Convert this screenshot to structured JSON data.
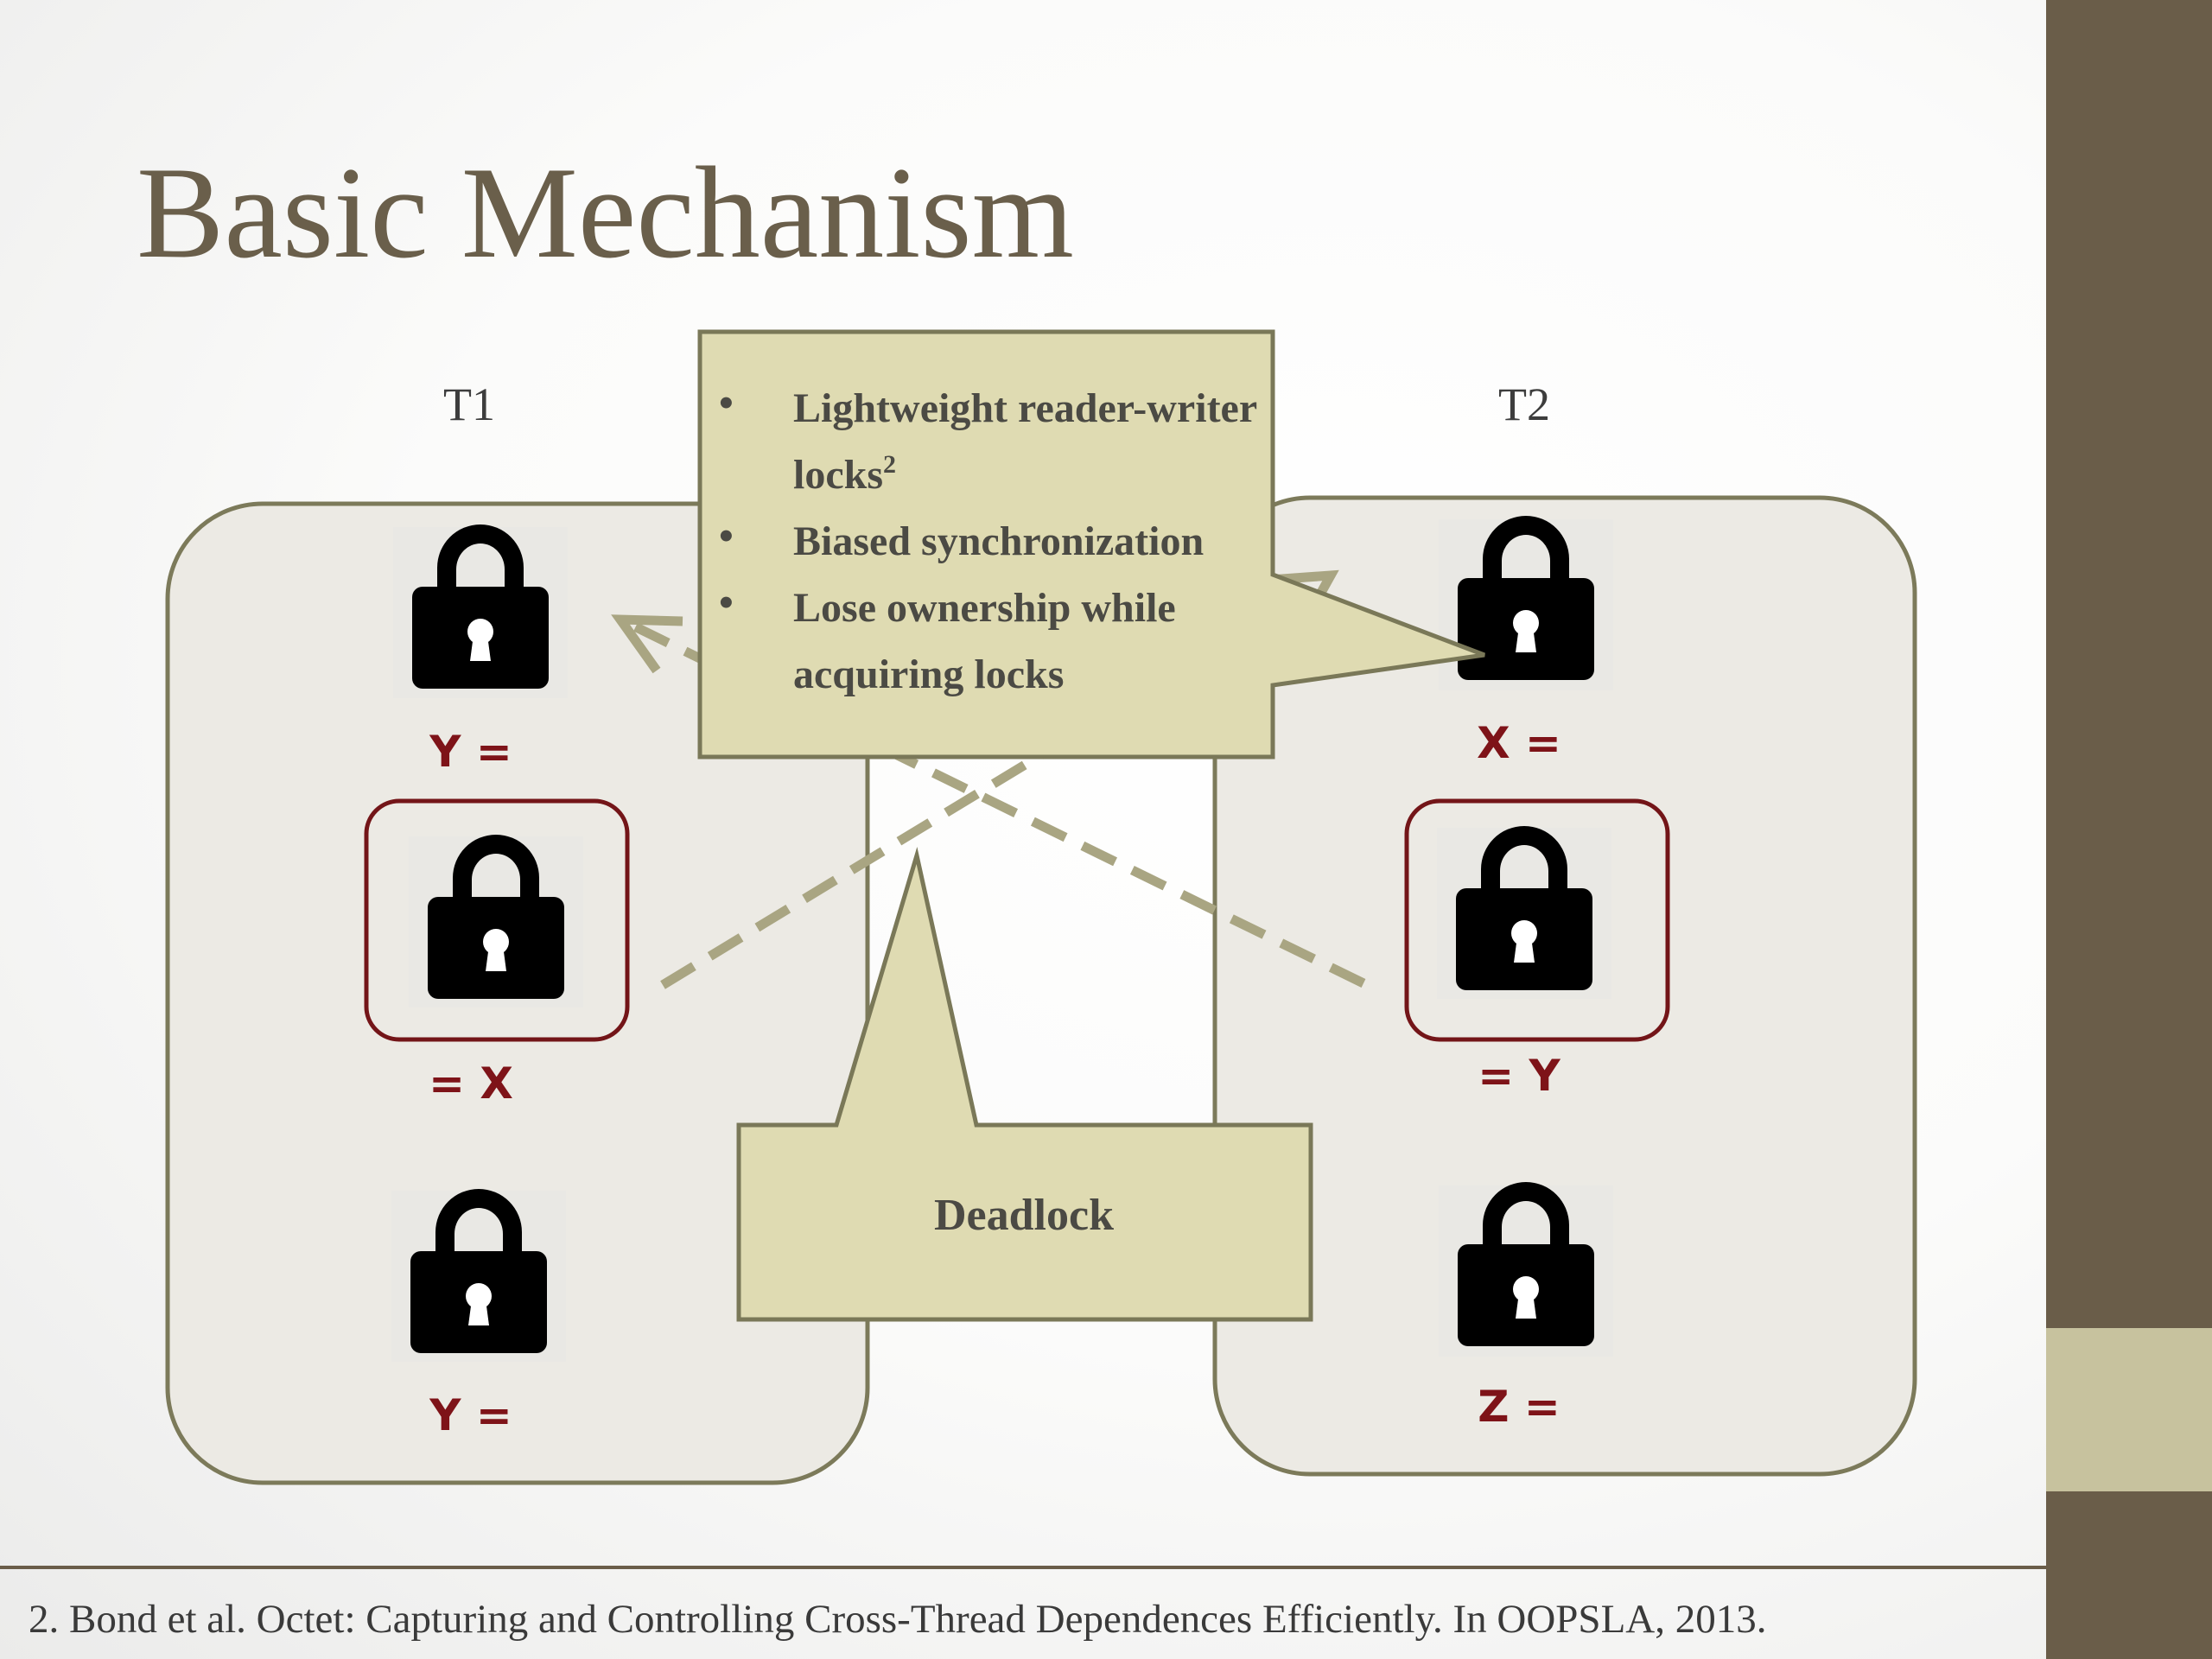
{
  "slide": {
    "title": "Basic Mechanism",
    "footnote": "2. Bond et al. Octet: Capturing and Controlling Cross-Thread Dependences Efficiently. In OOPSLA, 2013."
  },
  "threads": [
    {
      "label": "T1",
      "accesses": [
        {
          "label": "Y =",
          "icon": "lock-icon",
          "highlighted": false
        },
        {
          "label": "= X",
          "icon": "lock-icon",
          "highlighted": true
        },
        {
          "label": "Y =",
          "icon": "lock-icon",
          "highlighted": false
        }
      ]
    },
    {
      "label": "T2",
      "accesses": [
        {
          "label": "X =",
          "icon": "lock-icon",
          "highlighted": false
        },
        {
          "label": "= Y",
          "icon": "lock-icon",
          "highlighted": true
        },
        {
          "label": "Z =",
          "icon": "lock-icon",
          "highlighted": false
        }
      ]
    }
  ],
  "callouts": {
    "lock_info": {
      "items": [
        {
          "text": "Lightweight reader-writer locks",
          "superscript": "2"
        },
        {
          "text": "Biased synchronization"
        },
        {
          "text": "Lose ownership while acquiring locks"
        }
      ]
    },
    "deadlock": {
      "text": "Deadlock"
    }
  },
  "colors": {
    "title": "#6a5f4b",
    "sidebar": "#6a5d49",
    "sidebar_accent": "#c7c29e",
    "thread_box_fill": "#eceae4",
    "thread_box_stroke": "#7c7a5a",
    "callout_fill": "#dfdbb2",
    "callout_stroke": "#7a7858",
    "highlight_stroke": "#731518",
    "access_label": "#7e1318",
    "dependence_arrow": "#a9a582",
    "lock": "#000000"
  }
}
